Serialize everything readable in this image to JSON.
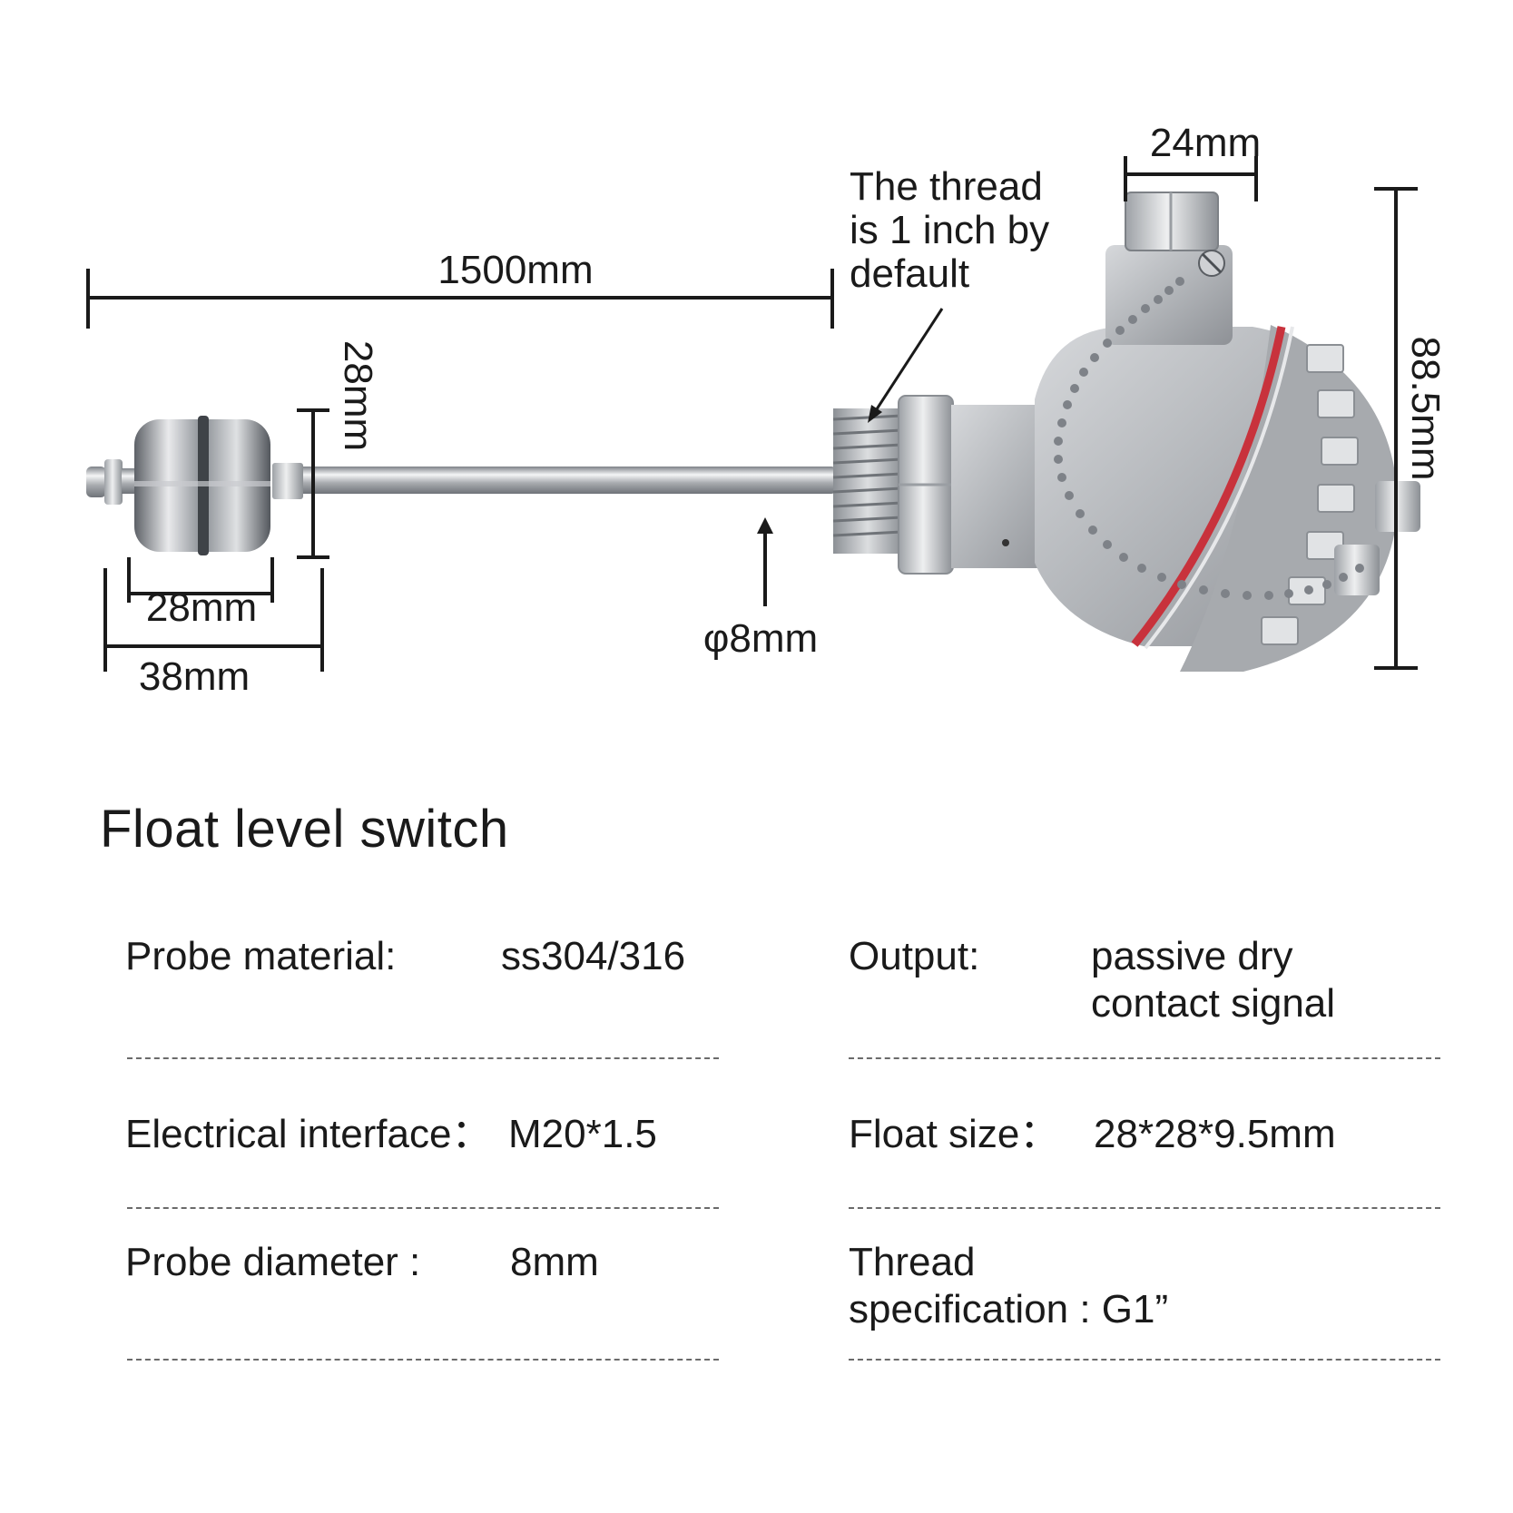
{
  "dimensions": {
    "length": "1500mm",
    "float_height": "28mm",
    "float_diameter": "28mm",
    "float_outer": "38mm",
    "probe_diameter": "φ8mm",
    "cap_width": "24mm",
    "head_height": "88.5mm",
    "thread_note": [
      "The thread",
      "is 1 inch by",
      "default"
    ]
  },
  "title": "Float level switch",
  "specs": {
    "probe_material": {
      "label": "Probe material:",
      "value": "ss304/316"
    },
    "output": {
      "label": "Output:",
      "value": "passive dry\ncontact signal"
    },
    "electrical_interface": {
      "label": "Electrical interface：",
      "value": "M20*1.5"
    },
    "float_size": {
      "label": "Float size：",
      "value": "28*28*9.5mm"
    },
    "probe_diameter": {
      "label": "Probe diameter :",
      "value": "8mm"
    },
    "thread_spec": {
      "label": "Thread\nspecification : G1”"
    }
  },
  "colors": {
    "seal": "#c8323c",
    "metal": "#b9bcc0",
    "line": "#1a1a1a"
  }
}
